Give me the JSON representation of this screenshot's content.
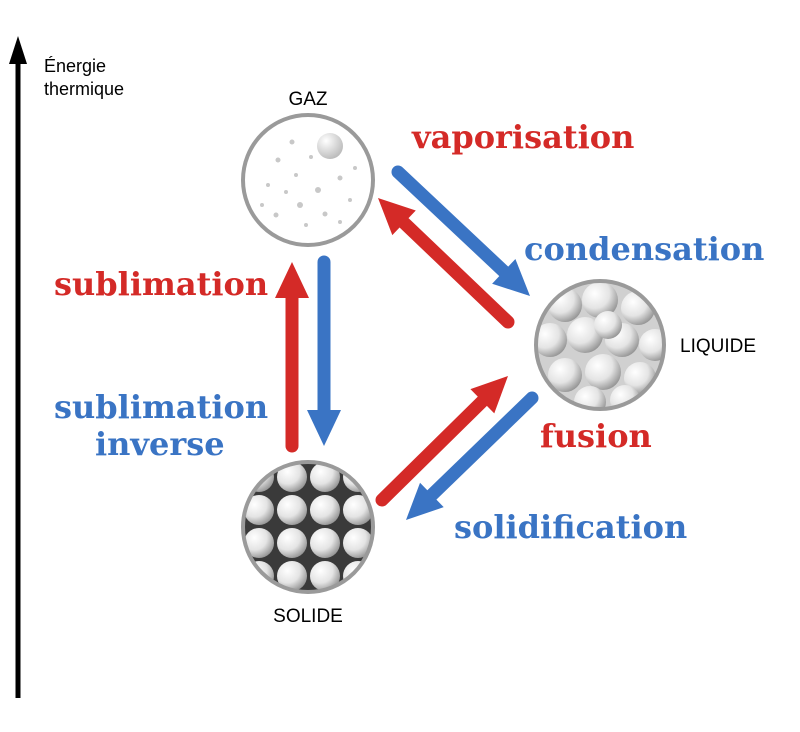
{
  "axis": {
    "label_line1": "Énergie",
    "label_line2": "thermique"
  },
  "states": {
    "gas": "GAZ",
    "liquid": "LIQUIDE",
    "solid": "SOLIDE"
  },
  "processes": {
    "vaporisation": "vaporisation",
    "condensation": "condensation",
    "sublimation": "sublimation",
    "deposition_line1": "sublimation",
    "deposition_line2": "inverse",
    "fusion": "fusion",
    "solidification": "solidification"
  },
  "colors": {
    "heating": "#d42a27",
    "cooling": "#3a74c4",
    "axis": "#000000",
    "circle_border": "#9a9a9a"
  }
}
